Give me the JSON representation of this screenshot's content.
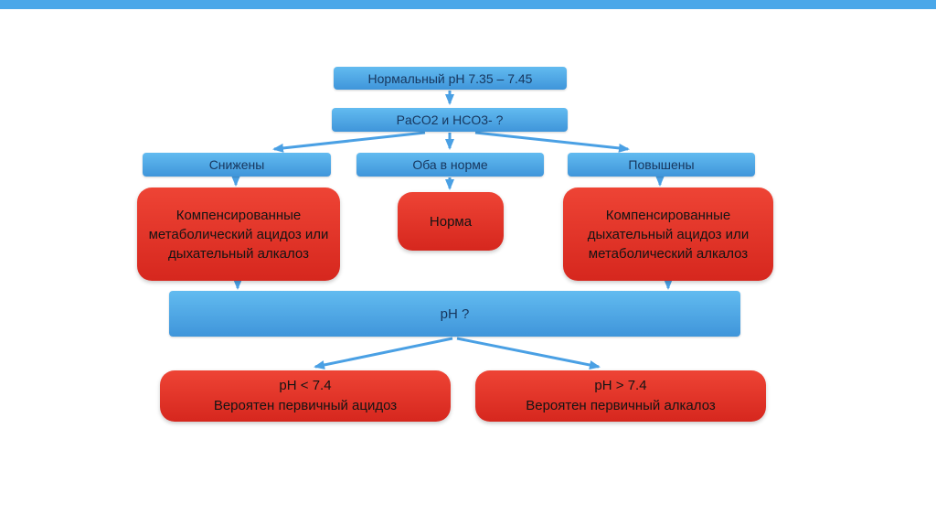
{
  "colors": {
    "blue_light": "#62bbf0",
    "blue_dark": "#3f95da",
    "red_light": "#ee4435",
    "red_dark": "#d6271e",
    "arrow": "#4aa0e4",
    "blue_text": "#17365d",
    "red_text": "#141414",
    "strip": "#4aa7e9"
  },
  "nodes": {
    "normal_ph": {
      "label": "Нормальный pH 7.35 – 7.45"
    },
    "question": {
      "label": "PaCO2 и HCO3- ?"
    },
    "decreased": {
      "label": "Снижены"
    },
    "both_normal": {
      "label": "Оба в норме"
    },
    "increased": {
      "label": "Повышены"
    },
    "compensated_left": {
      "label": "Компенсированные метаболический ацидоз или дыхательный алкалоз"
    },
    "norm": {
      "label": "Норма"
    },
    "compensated_right": {
      "label": "Компенсированные дыхательный ацидоз или метаболический алкалоз"
    },
    "ph_question": {
      "label": "pH ?"
    },
    "ph_low": {
      "line1": "pH < 7.4",
      "line2": "Вероятен первичный ацидоз"
    },
    "ph_high": {
      "line1": "pH > 7.4",
      "line2": "Вероятен первичный алкалоз"
    }
  }
}
